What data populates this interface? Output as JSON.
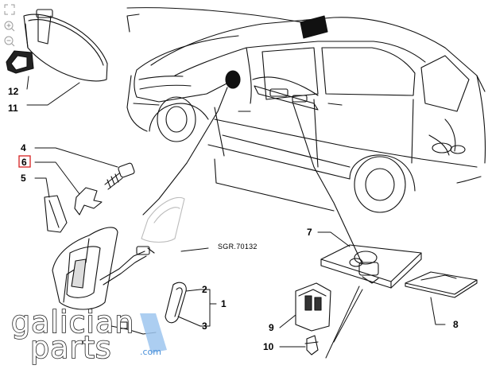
{
  "diagram": {
    "reference": "SGR.70132",
    "callouts": [
      {
        "id": "1",
        "label": "1"
      },
      {
        "id": "2",
        "label": "2"
      },
      {
        "id": "3",
        "label": "3"
      },
      {
        "id": "4",
        "label": "4"
      },
      {
        "id": "5",
        "label": "5"
      },
      {
        "id": "6",
        "label": "6",
        "highlighted": true
      },
      {
        "id": "7",
        "label": "7"
      },
      {
        "id": "8",
        "label": "8"
      },
      {
        "id": "9",
        "label": "9"
      },
      {
        "id": "10",
        "label": "10"
      },
      {
        "id": "11",
        "label": "11"
      },
      {
        "id": "12",
        "label": "12"
      }
    ],
    "highlight_color": "#d62020"
  },
  "viewer": {
    "tools": [
      "fit-screen-icon",
      "zoom-in-icon",
      "zoom-out-icon"
    ]
  },
  "watermark": {
    "line1": "galician",
    "line2": "parts",
    "suffix": ".com",
    "accent_color": "#4a90d9"
  }
}
